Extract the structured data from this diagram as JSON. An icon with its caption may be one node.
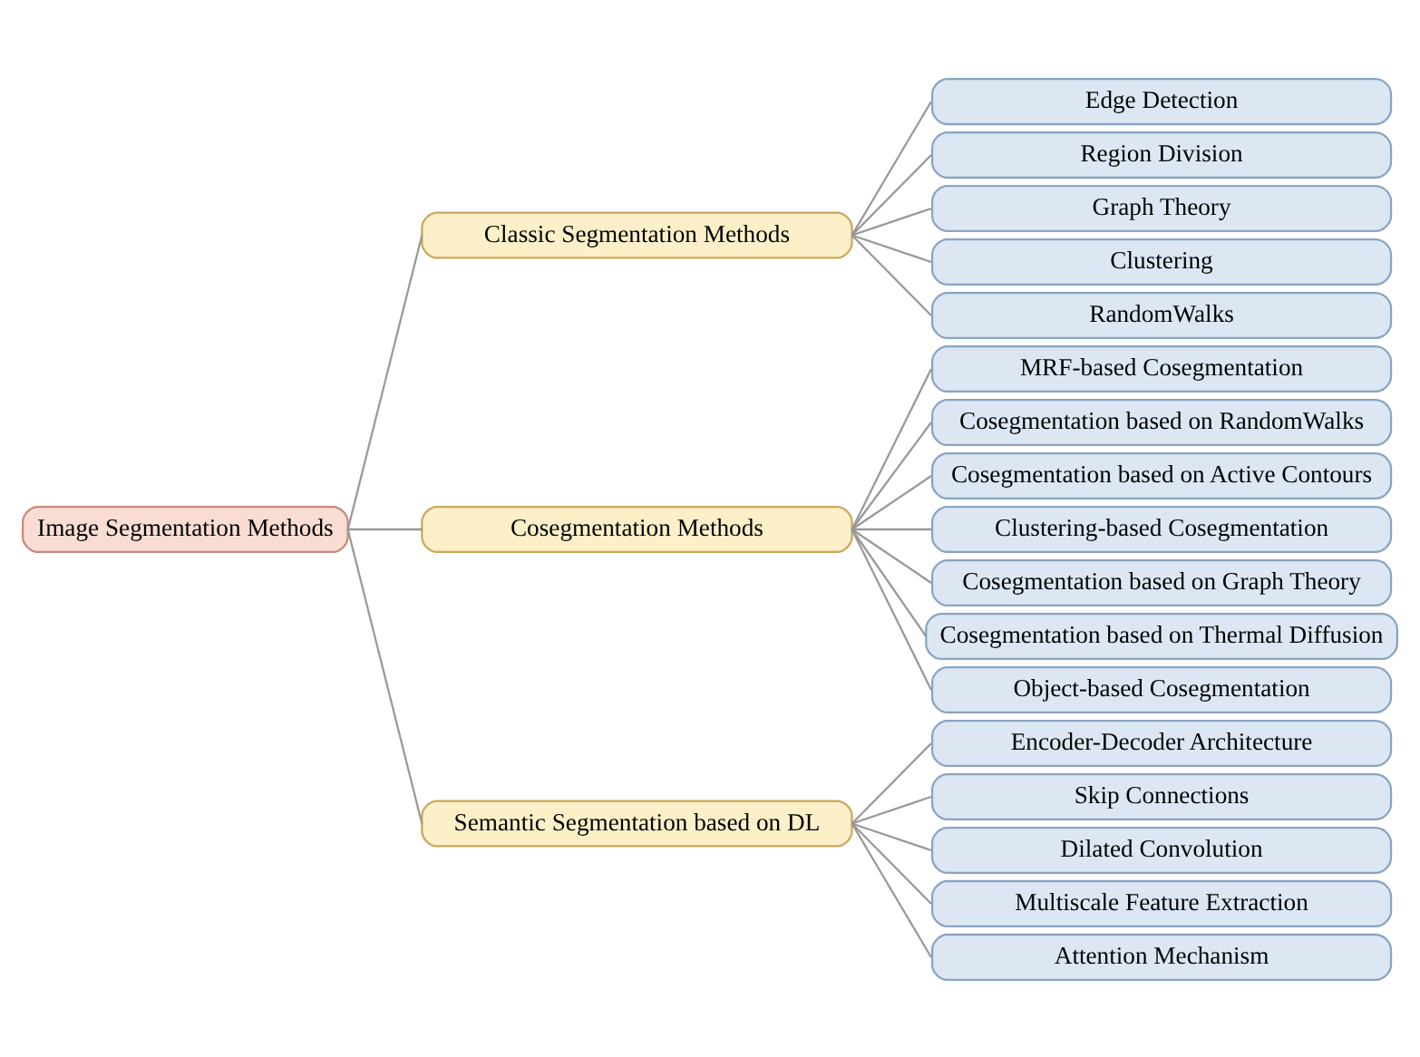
{
  "diagram": {
    "nodes": [
      {
        "text": [
          "Image Segmentation Methods"
        ]
      },
      {
        "text": [
          "Classic Segmentation Methods"
        ]
      },
      {
        "text": [
          "Edge Detection"
        ]
      },
      {
        "text": [
          "Region Division"
        ]
      },
      {
        "text": [
          "Graph Theory"
        ]
      },
      {
        "text": [
          "Clustering"
        ]
      },
      {
        "text": [
          "RandomWalks"
        ]
      },
      {
        "text": [
          "Cosegmentation Methods"
        ]
      },
      {
        "text": [
          "MRF-based Cosegmentation"
        ]
      },
      {
        "text": [
          "Cosegmentation based on RandomWalks"
        ]
      },
      {
        "text": [
          "Cosegmentation based on Active Contours"
        ]
      },
      {
        "text": [
          "Clustering-based Cosegmentation"
        ]
      },
      {
        "text": [
          "Cosegmentation based on Graph Theory"
        ]
      },
      {
        "text": [
          "Cosegmentation based on Thermal Diffusion"
        ]
      },
      {
        "text": [
          "Object-based Cosegmentation"
        ]
      },
      {
        "text": [
          "Semantic Segmentation based on DL"
        ]
      },
      {
        "text": [
          "Encoder-Decoder Architecture"
        ]
      },
      {
        "text": [
          "Skip Connections"
        ]
      },
      {
        "text": [
          "Dilated Convolution"
        ]
      },
      {
        "text": [
          "Multiscale Feature Extraction"
        ]
      },
      {
        "text": [
          "Attention Mechanism"
        ]
      }
    ],
    "edges": [
      {
        "from": 0,
        "to": 1,
        "arrow": "none"
      },
      {
        "from": 0,
        "to": 7,
        "arrow": "none"
      },
      {
        "from": 0,
        "to": 15,
        "arrow": "none"
      },
      {
        "from": 1,
        "to": 2,
        "arrow": "none"
      },
      {
        "from": 1,
        "to": 3,
        "arrow": "none"
      },
      {
        "from": 1,
        "to": 4,
        "arrow": "none"
      },
      {
        "from": 1,
        "to": 5,
        "arrow": "none"
      },
      {
        "from": 1,
        "to": 6,
        "arrow": "none"
      },
      {
        "from": 7,
        "to": 8,
        "arrow": "none"
      },
      {
        "from": 7,
        "to": 9,
        "arrow": "none"
      },
      {
        "from": 7,
        "to": 10,
        "arrow": "none"
      },
      {
        "from": 7,
        "to": 11,
        "arrow": "none"
      },
      {
        "from": 7,
        "to": 12,
        "arrow": "none"
      },
      {
        "from": 7,
        "to": 13,
        "arrow": "none"
      },
      {
        "from": 7,
        "to": 14,
        "arrow": "none"
      },
      {
        "from": 15,
        "to": 16,
        "arrow": "none"
      },
      {
        "from": 15,
        "to": 17,
        "arrow": "none"
      },
      {
        "from": 15,
        "to": 18,
        "arrow": "none"
      },
      {
        "from": 15,
        "to": 19,
        "arrow": "none"
      },
      {
        "from": 15,
        "to": 20,
        "arrow": "none"
      }
    ]
  }
}
